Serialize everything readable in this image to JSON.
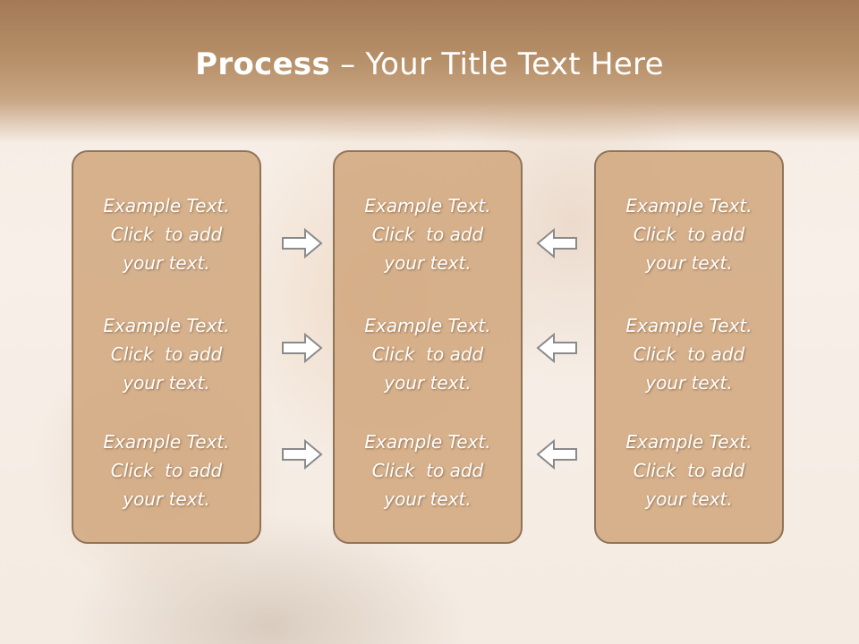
{
  "slide": {
    "title_strong": "Process",
    "title_rest": " – Your Title Text Here"
  },
  "panels": [
    {
      "blocks": [
        {
          "line1": "Example Text.",
          "line2": "Click  to add",
          "line3": "your text."
        },
        {
          "line1": "Example Text.",
          "line2": "Click  to add",
          "line3": "your text."
        },
        {
          "line1": "Example Text.",
          "line2": "Click  to add",
          "line3": "your text."
        }
      ]
    },
    {
      "blocks": [
        {
          "line1": "Example Text.",
          "line2": "Click  to add",
          "line3": "your text."
        },
        {
          "line1": "Example Text.",
          "line2": "Click  to add",
          "line3": "your text."
        },
        {
          "line1": "Example Text.",
          "line2": "Click  to add",
          "line3": "your text."
        }
      ]
    },
    {
      "blocks": [
        {
          "line1": "Example Text.",
          "line2": "Click  to add",
          "line3": "your text."
        },
        {
          "line1": "Example Text.",
          "line2": "Click  to add",
          "line3": "your text."
        },
        {
          "line1": "Example Text.",
          "line2": "Click  to add",
          "line3": "your text."
        }
      ]
    }
  ],
  "arrows": {
    "left_group": "arrow-right-icon",
    "right_group": "arrow-left-icon"
  },
  "colors": {
    "header": "#a37a55",
    "panel_fill": "#d2a880",
    "panel_border": "#8f7458",
    "arrow_stroke": "#8a8a8a"
  }
}
